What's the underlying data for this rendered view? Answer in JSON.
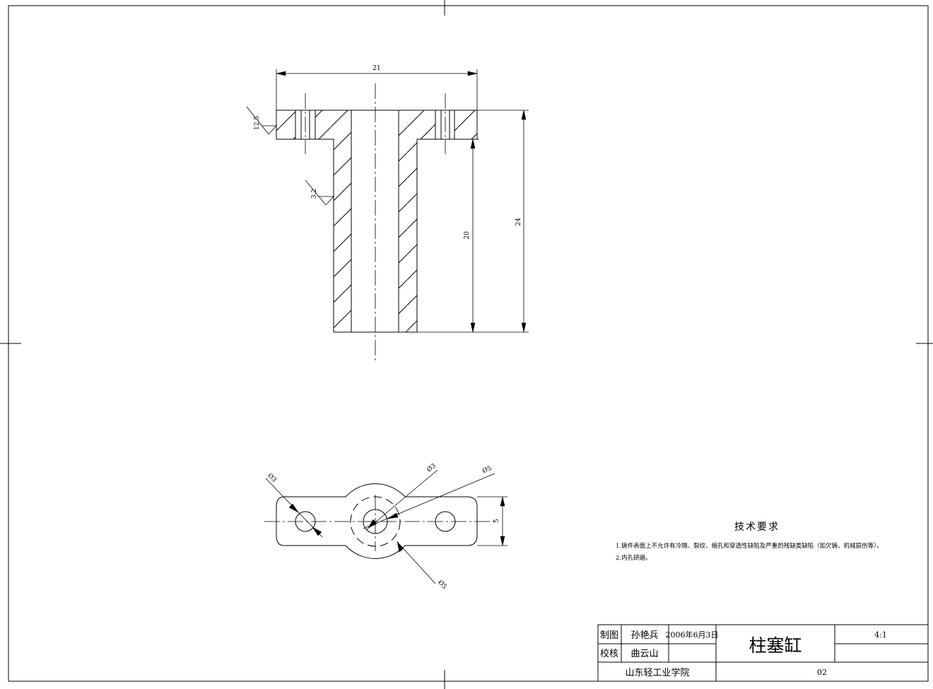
{
  "dimensions": {
    "top_width": "21",
    "total_height": "24",
    "bore_depth": "20",
    "roughness_flange": "12.5",
    "roughness_wall": "3.2",
    "hole_small": "Ø3",
    "inner_dia": "Ø3",
    "outer_dia_a": "Ø5",
    "outer_dia_b": "Ø5",
    "flange_height": "5"
  },
  "tech_requirements": {
    "title": "技术要求",
    "items": [
      "1.铸件表面上不允许有冷隔、裂纹、缩孔和穿透性缺陷及严重的残缺类缺陷（如欠铸、机械损伤等）。",
      "2.内孔研磨。"
    ]
  },
  "title_block": {
    "drawn_label": "制图",
    "drawn_by": "孙艳兵",
    "date": "2006年6月3日",
    "checked_label": "校核",
    "checked_by": "曲云山",
    "part_name": "柱塞缸",
    "scale": "4:1",
    "school": "山东轻工业学院",
    "drawing_no": "02"
  }
}
